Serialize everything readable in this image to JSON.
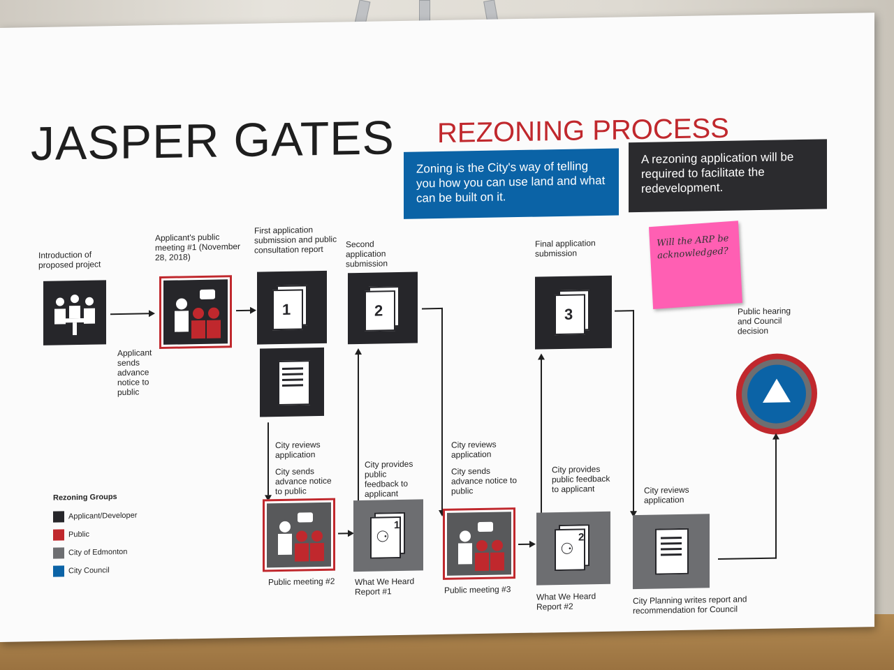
{
  "title": {
    "main": "JASPER GATES",
    "sub": "REZONING PROCESS"
  },
  "info": {
    "blue_text": "Zoning is the City's way of telling you how you can use land and what can be built on it.",
    "dark_text": "A rezoning application will be required to facilitate the redevelopment."
  },
  "sticky_note": "Will the ARP be acknowledged?",
  "steps": {
    "intro": "Introduction of proposed project",
    "meeting1": "Applicant's public meeting #1 (November 28, 2018)",
    "first_sub": "First application submission and public consultation report",
    "second_sub": "Second application submission",
    "final_sub": "Final application submission",
    "hearing": "Public hearing and Council decision",
    "advance_notice": "Applicant sends advance notice to public",
    "city_reviews_1": "City reviews application",
    "city_sends_1": "City sends advance notice to public",
    "city_provides_1": "City provides public feedback to applicant",
    "city_reviews_2": "City reviews application",
    "city_sends_2": "City sends advance notice to public",
    "city_provides_2": "City provides public feedback to applicant",
    "city_reviews_3": "City reviews application",
    "pm2": "Public meeting #2",
    "wwh1": "What We Heard Report #1",
    "pm3": "Public meeting #3",
    "wwh2": "What We Heard Report #2",
    "planning": "City Planning writes report and recommendation for Council"
  },
  "doc_numbers": {
    "one": "1",
    "two": "2",
    "three": "3",
    "ear1": "1",
    "ear2": "2"
  },
  "legend": {
    "title": "Rezoning Groups",
    "items": [
      {
        "label": "Applicant/Developer",
        "color": "#26262a"
      },
      {
        "label": "Public",
        "color": "#c0282d"
      },
      {
        "label": "City of Edmonton",
        "color": "#6d6e71"
      },
      {
        "label": "City Council",
        "color": "#0b63a6"
      }
    ]
  },
  "colors": {
    "accent_red": "#c0282d",
    "council_blue": "#0b63a6",
    "dark": "#26262a",
    "grey": "#6d6e71"
  }
}
